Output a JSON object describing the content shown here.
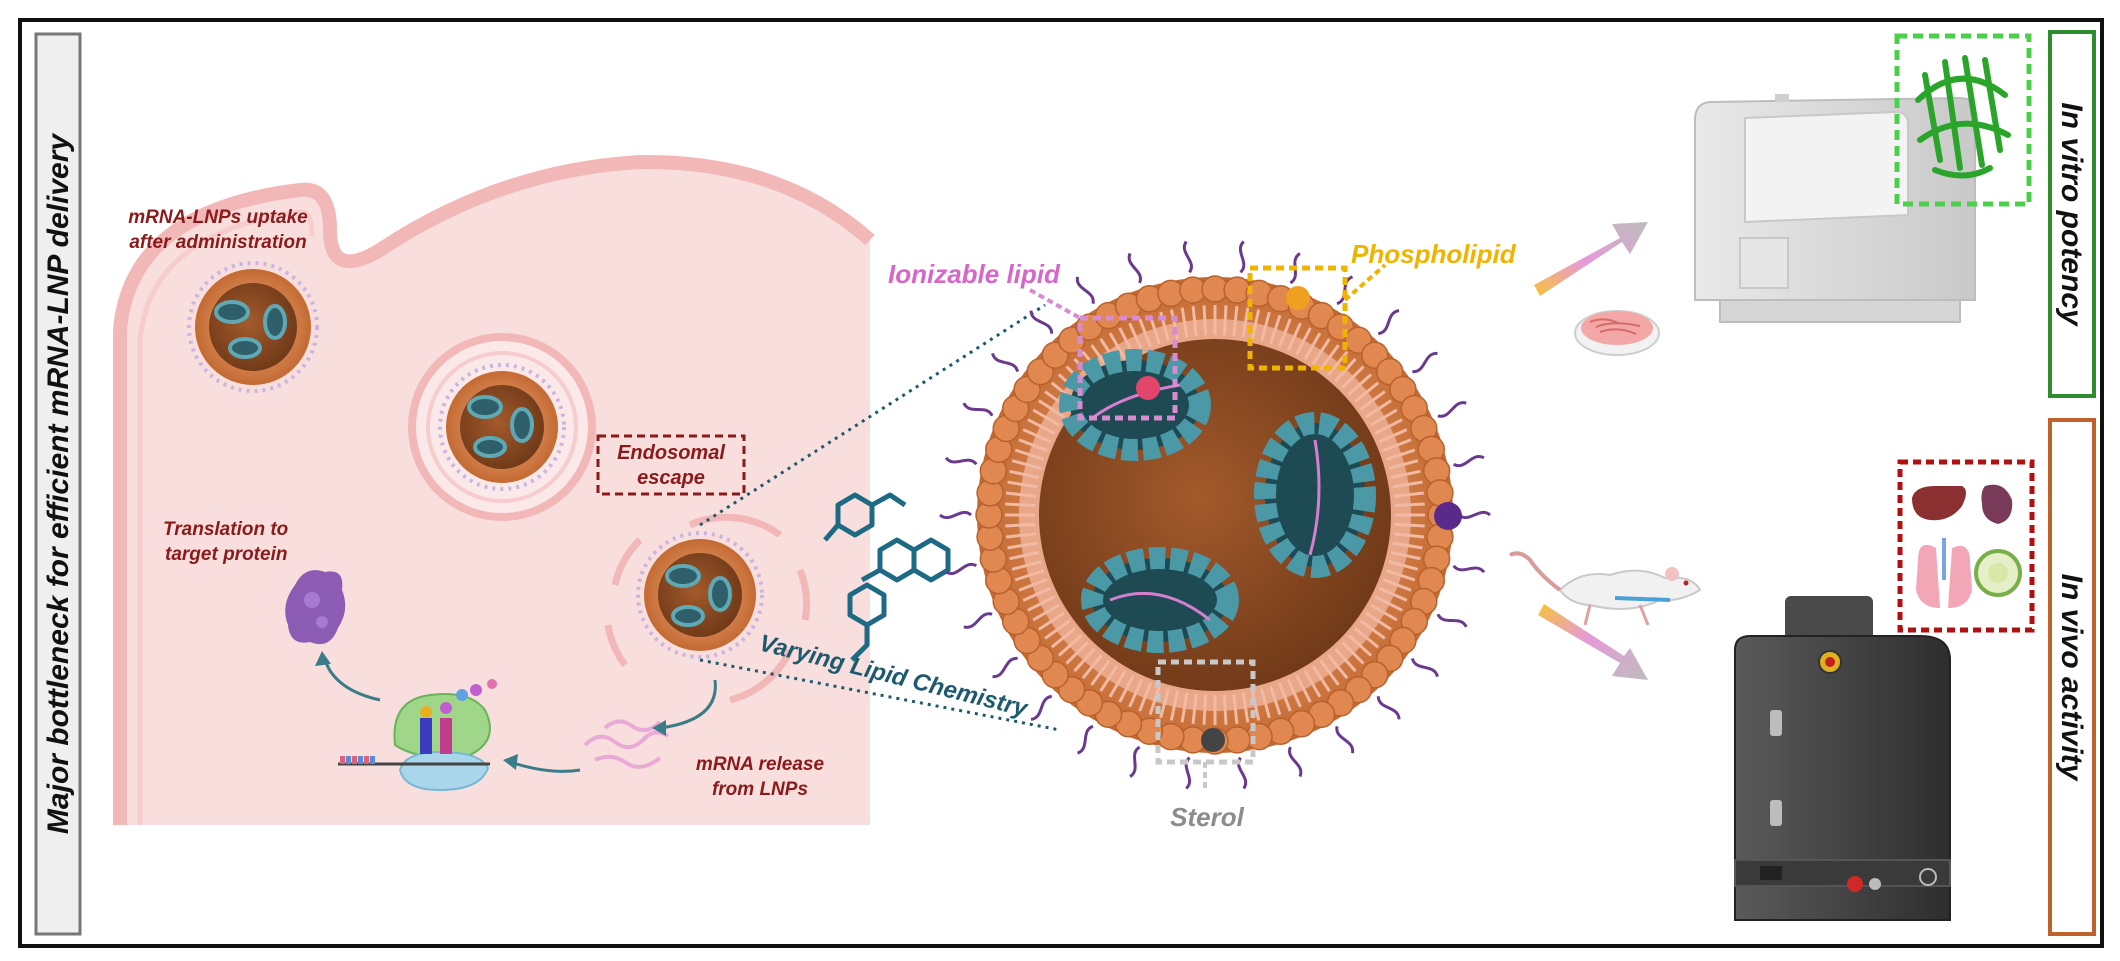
{
  "side_titles": {
    "left": "Major bottleneck for efficient mRNA-LNP delivery",
    "top_right": "In vitro potency",
    "bottom_right": "In vivo activity"
  },
  "cell_labels": {
    "uptake_line1": "mRNA-LNPs uptake",
    "uptake_line2": "after administration",
    "escape_line1": "Endosomal",
    "escape_line2": "escape",
    "translation_line1": "Translation to",
    "translation_line2": "target protein",
    "release_line1": "mRNA release",
    "release_line2": "from LNPs"
  },
  "lnp_labels": {
    "ionizable": "Ionizable lipid",
    "phospholipid": "Phospholipid",
    "sterol": "Sterol",
    "chemistry": "Varying Lipid Chemistry"
  },
  "colors": {
    "frame": "#111111",
    "cell_fill": "#f9dede",
    "cell_membrane": "#f2b8b8",
    "label_red": "#8b1a1a",
    "lnp_shell": "#d9874f",
    "lnp_core": "#8a4a22",
    "teal": "#3e8a96",
    "ionizable": "#d667c8",
    "phospholipid": "#f0b400",
    "sterol": "#8c8c8c",
    "chemistry": "#1e5a6e",
    "invitro_border": "#2e8b2e",
    "invivo_border": "#c0612b",
    "red_box": "#b01010",
    "green_protein": "#3cc43c"
  }
}
